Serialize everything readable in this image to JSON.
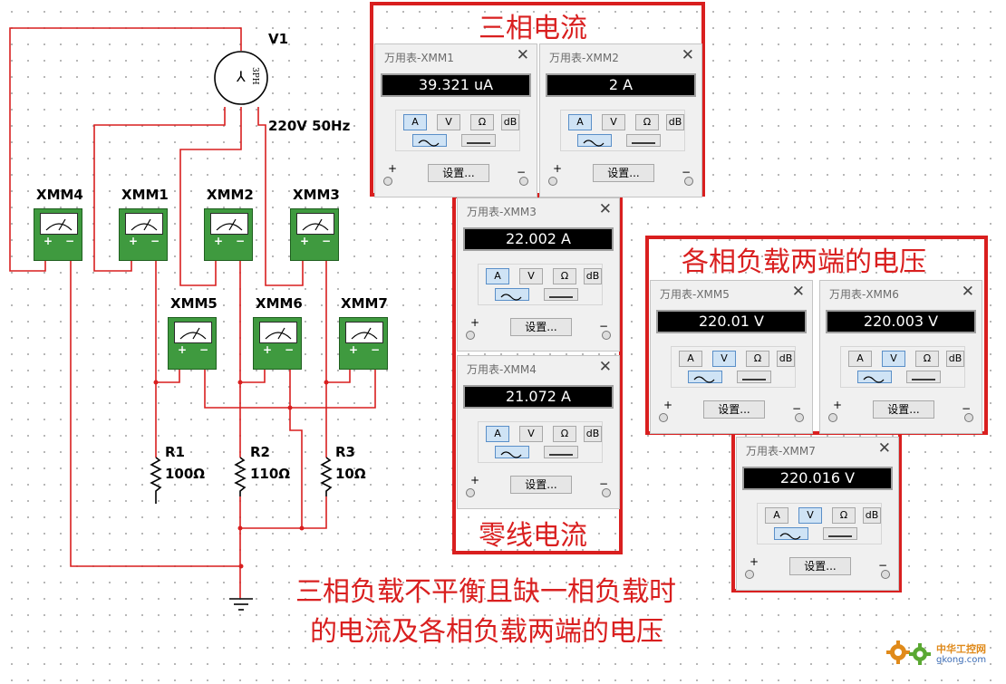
{
  "source": {
    "name": "V1",
    "spec": "220V 50Hz",
    "symbol": "3PH"
  },
  "meters": [
    "XMM4",
    "XMM1",
    "XMM2",
    "XMM3",
    "XMM5",
    "XMM6",
    "XMM7"
  ],
  "resistors": [
    {
      "name": "R1",
      "value": "100Ω"
    },
    {
      "name": "R2",
      "value": "110Ω"
    },
    {
      "name": "R3",
      "value": "10Ω"
    }
  ],
  "meter_signs": {
    "plus": "+",
    "minus": "−"
  },
  "instrument": {
    "mode_labels": [
      "A",
      "V",
      "Ω",
      "dB"
    ],
    "settings_label": "设置...",
    "plus": "+",
    "minus": "−",
    "close": "✕"
  },
  "windows": [
    {
      "title": "万用表-XMM1",
      "reading": "39.321 uA",
      "mode": "A"
    },
    {
      "title": "万用表-XMM2",
      "reading": "2 A",
      "mode": "A"
    },
    {
      "title": "万用表-XMM3",
      "reading": "22.002 A",
      "mode": "A"
    },
    {
      "title": "万用表-XMM4",
      "reading": "21.072 A",
      "mode": "A"
    },
    {
      "title": "万用表-XMM5",
      "reading": "220.01 V",
      "mode": "V"
    },
    {
      "title": "万用表-XMM6",
      "reading": "220.003 V",
      "mode": "V"
    },
    {
      "title": "万用表-XMM7",
      "reading": "220.016 V",
      "mode": "V"
    }
  ],
  "annotations": {
    "three_phase_current": "三相电流",
    "neutral_current": "零线电流",
    "load_voltage": "各相负载两端的电压",
    "caption_line1": "三相负载不平衡且缺一相负载时",
    "caption_line2": "的电流及各相负载两端的电压"
  },
  "watermark": {
    "line1": "中华工控网",
    "line2": "gkong.com"
  },
  "colors": {
    "wire": "#d91f1f",
    "meter_body": "#3f9a3f",
    "frame": "#d91f1f",
    "active_button": "#cfe3f5"
  }
}
